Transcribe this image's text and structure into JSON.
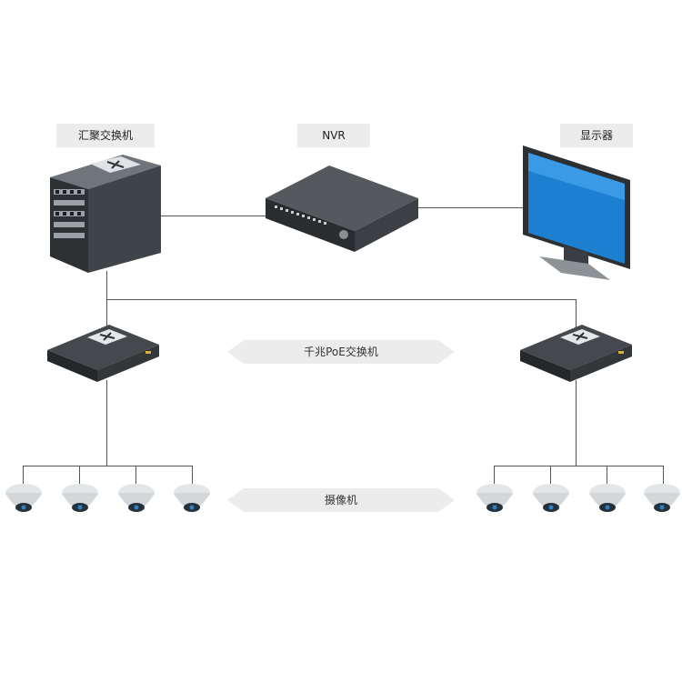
{
  "labels": {
    "agg_switch": "汇聚交换机",
    "nvr": "NVR",
    "monitor": "显示器",
    "poe_switch": "千兆PoE交换机",
    "cameras": "摄像机"
  },
  "colors": {
    "line": "#555555",
    "label_bg": "#ececec",
    "device_dark": "#2f3235",
    "screen_blue": "#1c7fd0"
  },
  "icons": [
    "aggregation-switch-icon",
    "nvr-icon",
    "monitor-icon",
    "poe-switch-icon",
    "dome-camera-icon"
  ]
}
